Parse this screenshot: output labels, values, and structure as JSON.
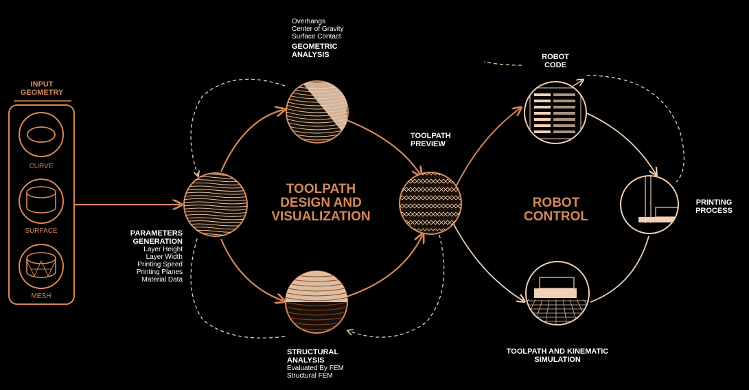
{
  "colors": {
    "accent": "#d7895a",
    "accent_light": "#f1d0b4",
    "background": "#000000",
    "text": "#ffffff"
  },
  "input": {
    "title_line1": "INPUT",
    "title_line2": "GEOMETRY",
    "items": [
      "CURVE",
      "SURFACE",
      "MESH"
    ]
  },
  "geometric": {
    "notes": [
      "Overhangs",
      "Center of Gravity",
      "Surface Contact"
    ],
    "title_line1": "GEOMETRIC",
    "title_line2": "ANALYSIS"
  },
  "parameters": {
    "title_line1": "PARAMETERS",
    "title_line2": "GENERATION",
    "notes": [
      "Layer Height",
      "Layer Width",
      "Printing Speed",
      "Printing Planes",
      "Material Data"
    ]
  },
  "structural": {
    "title_line1": "STRUCTURAL",
    "title_line2": "ANALYSIS",
    "notes": [
      "Evaluated By FEM",
      "Structural FEM"
    ]
  },
  "preview": {
    "title_line1": "TOOLPATH",
    "title_line2": "PREVIEW"
  },
  "center_left": {
    "line1": "TOOLPATH",
    "line2": "DESIGN AND",
    "line3": "VISUALIZATION"
  },
  "robot_code": {
    "title_line1": "ROBOT",
    "title_line2": "CODE"
  },
  "center_right": {
    "line1": "ROBOT",
    "line2": "CONTROL"
  },
  "printing": {
    "title_line1": "PRINTING",
    "title_line2": "PROCESS"
  },
  "simulation": {
    "title_line1": "TOOLPATH AND KINEMATIC",
    "title_line2": "SIMULATION"
  }
}
